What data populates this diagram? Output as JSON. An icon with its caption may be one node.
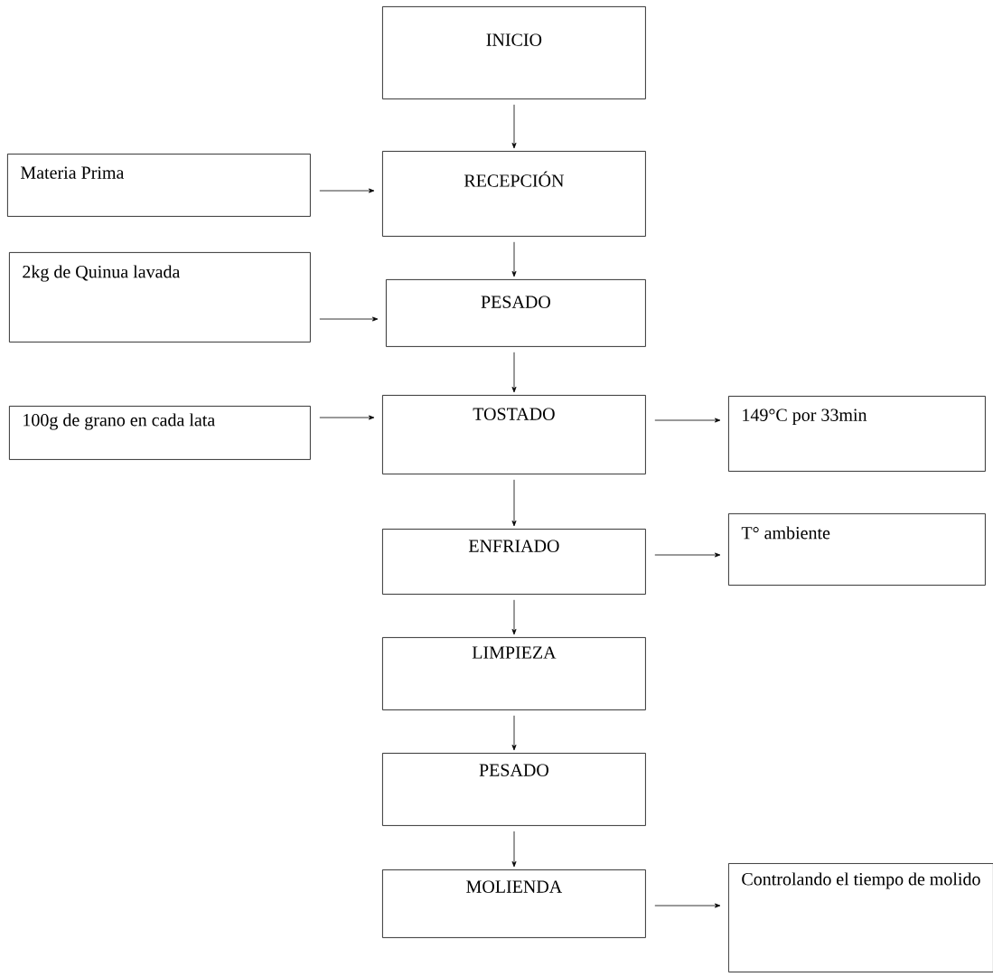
{
  "diagram": {
    "nodes": [
      {
        "text": [
          "INICIO"
        ]
      },
      {
        "text": [
          "Materia Prima"
        ]
      },
      {
        "text": [
          "RECEPCIÓN"
        ]
      },
      {
        "text": [
          "2kg de Quinua lavada"
        ]
      },
      {
        "text": [
          "PESADO"
        ]
      },
      {
        "text": [
          "100g de grano en cada lata"
        ]
      },
      {
        "text": [
          "TOSTADO"
        ]
      },
      {
        "text": [
          "149°C por 33min"
        ]
      },
      {
        "text": [
          "ENFRIADO"
        ]
      },
      {
        "text": [
          "T° ambiente"
        ]
      },
      {
        "text": [
          "LIMPIEZA"
        ]
      },
      {
        "text": [
          "PESADO"
        ]
      },
      {
        "text": [
          "MOLIENDA"
        ]
      },
      {
        "text": [
          "Controlando el tiempo de molido"
        ]
      }
    ],
    "edges": [
      {
        "from": 0,
        "to": 2,
        "arrow": "to"
      },
      {
        "from": 1,
        "to": 2,
        "arrow": "to"
      },
      {
        "from": 2,
        "to": 4,
        "arrow": "to"
      },
      {
        "from": 3,
        "to": 4,
        "arrow": "to"
      },
      {
        "from": 4,
        "to": 6,
        "arrow": "to"
      },
      {
        "from": 5,
        "to": 6,
        "arrow": "to"
      },
      {
        "from": 6,
        "to": 7,
        "arrow": "to"
      },
      {
        "from": 6,
        "to": 8,
        "arrow": "to"
      },
      {
        "from": 8,
        "to": 9,
        "arrow": "to"
      },
      {
        "from": 8,
        "to": 10,
        "arrow": "to"
      },
      {
        "from": 10,
        "to": 11,
        "arrow": "to"
      },
      {
        "from": 11,
        "to": 12,
        "arrow": "to"
      },
      {
        "from": 12,
        "to": 13,
        "arrow": "to"
      }
    ]
  }
}
